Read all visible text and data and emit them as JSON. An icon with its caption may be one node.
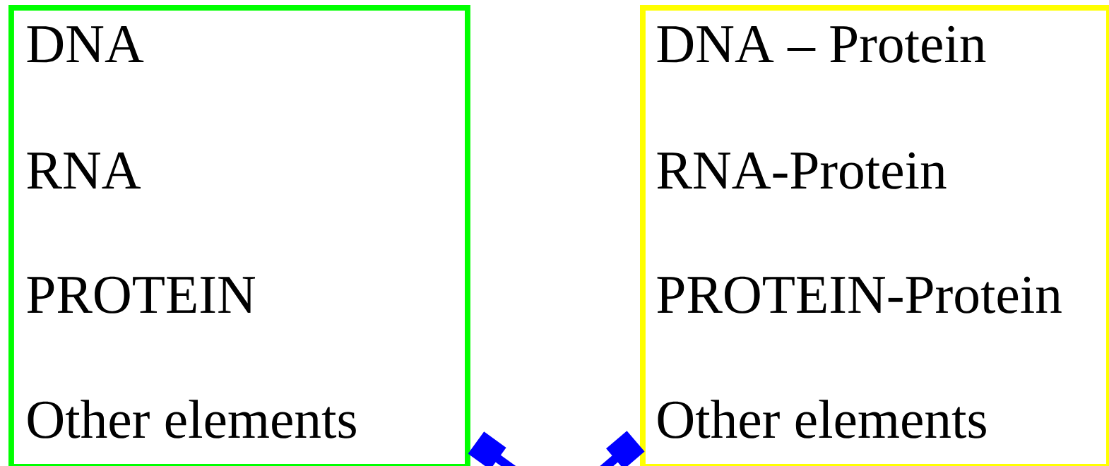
{
  "diagram": {
    "nodes": [
      {
        "text": [
          "DNA",
          "RNA",
          "PROTEIN",
          "Other elements"
        ]
      },
      {
        "text": [
          "DNA – Protein",
          "RNA-Protein",
          "PROTEIN-Protein",
          "Other elements"
        ]
      }
    ],
    "edges": [
      {
        "from": null,
        "to": 0,
        "arrow": "other"
      },
      {
        "from": null,
        "to": 1,
        "arrow": "other"
      }
    ]
  }
}
